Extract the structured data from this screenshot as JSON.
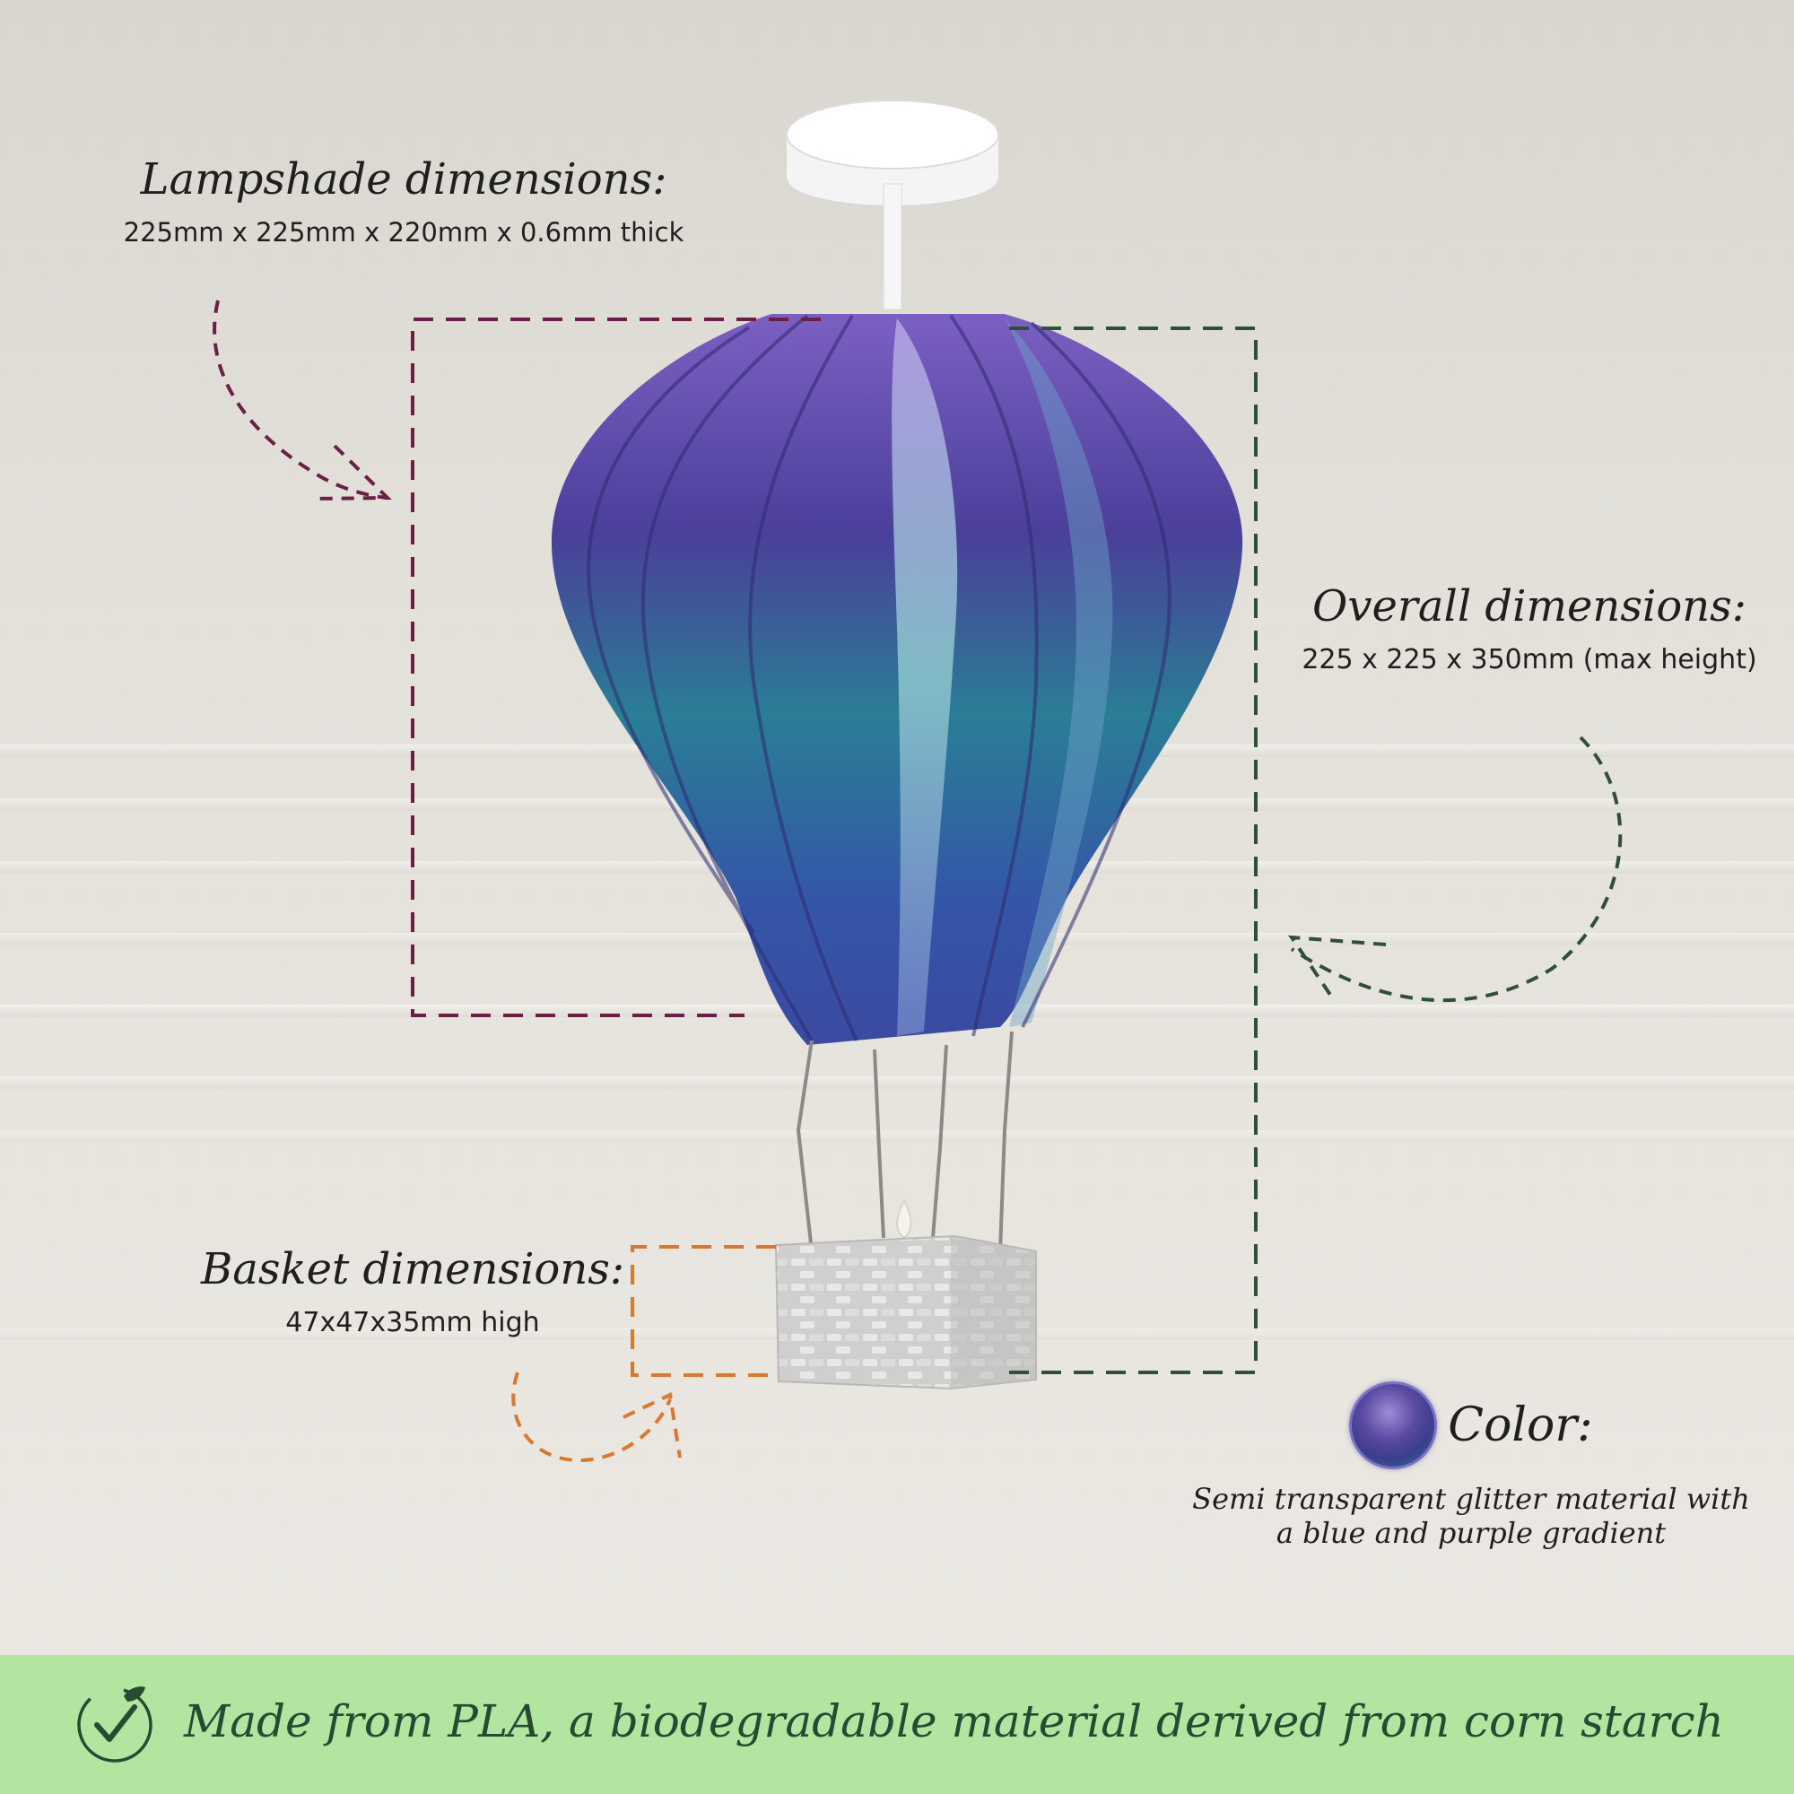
{
  "lampshade": {
    "heading": "Lampshade dimensions:",
    "detail": "225mm x 225mm x 220mm x 0.6mm thick"
  },
  "overall": {
    "heading": "Overall dimensions:",
    "detail": "225 x 225 x 350mm (max height)"
  },
  "basket": {
    "heading": "Basket dimensions:",
    "detail": "47x47x35mm high"
  },
  "color": {
    "heading": "Color:",
    "description_line1": "Semi transparent glitter material with",
    "description_line2": "a blue and purple gradient"
  },
  "footer": {
    "text": "Made from PLA, a biodegradable material derived from corn starch",
    "icon": "leaf-check-icon"
  },
  "colors": {
    "lampshade_box": "#6a1f45",
    "overall_box": "#2f4f37",
    "basket_box": "#d9782e",
    "banner": "#b2e6a0",
    "banner_text": "#274a32"
  }
}
